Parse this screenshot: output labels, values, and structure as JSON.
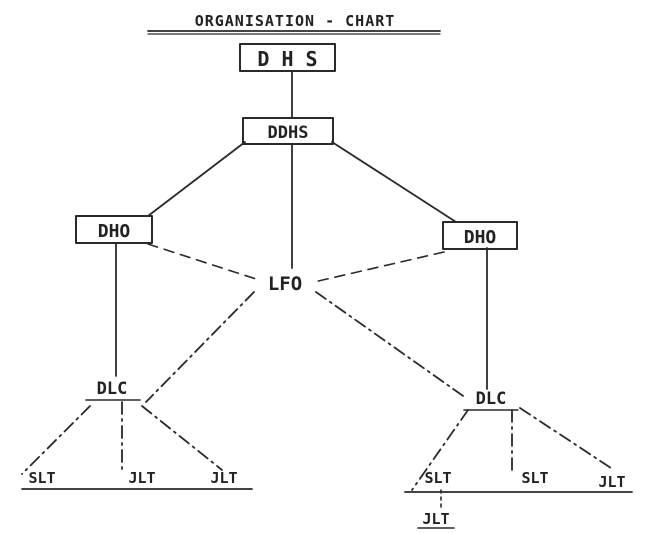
{
  "title": "ORGANISATION - CHART",
  "nodes": {
    "dhs": "D H S",
    "ddhs": "DDHS",
    "dho_left": "DHO",
    "dho_right": "DHO",
    "lfo": "LFO",
    "dlc_left": "DLC",
    "dlc_right": "DLC",
    "left_slt": "SLT",
    "left_jlt_1": "JLT",
    "left_jlt_2": "JLT",
    "right_slt_1": "SLT",
    "right_slt_2": "SLT",
    "right_jlt_1": "JLT",
    "right_jlt_2": "JLT"
  },
  "colors": {
    "ink": "#2a2a2a",
    "paper": "#ffffff"
  }
}
